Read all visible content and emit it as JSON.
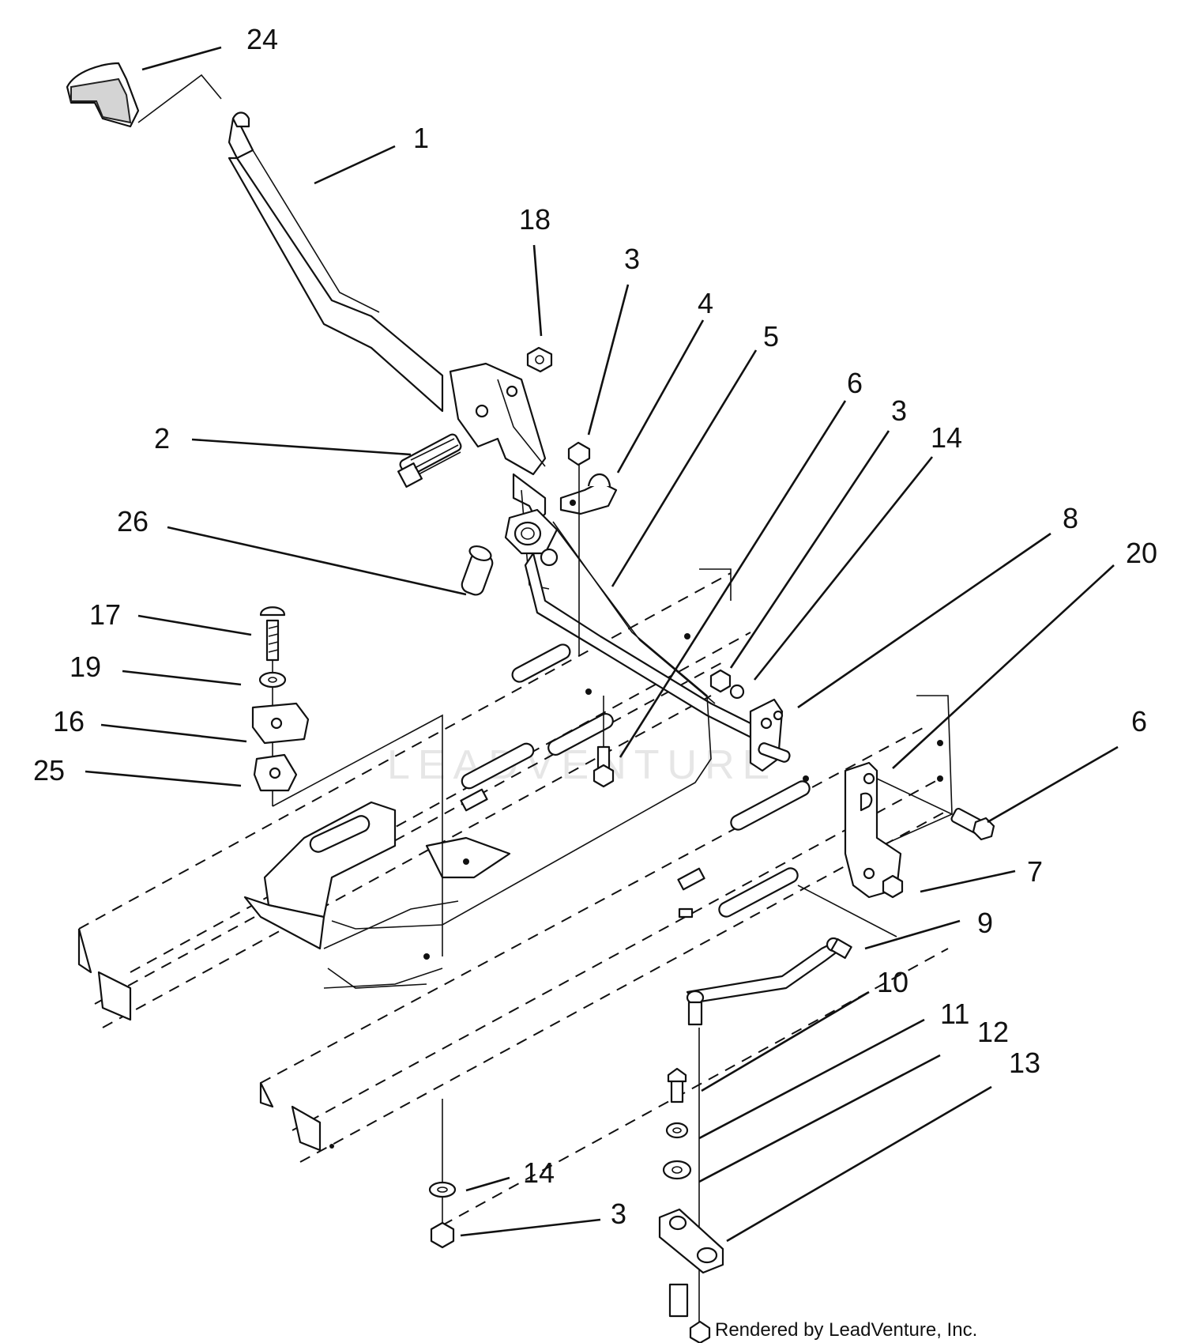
{
  "watermark": "LEADVENTURE",
  "credit": "Rendered by LeadVenture, Inc.",
  "callouts": {
    "c24": "24",
    "c1": "1",
    "c18": "18",
    "c3a": "3",
    "c4": "4",
    "c5": "5",
    "c6a": "6",
    "c3b": "3",
    "c14a": "14",
    "c2": "2",
    "c26": "26",
    "c8": "8",
    "c20": "20",
    "c17": "17",
    "c19": "19",
    "c16": "16",
    "c25": "25",
    "c6b": "6",
    "c7": "7",
    "c9": "9",
    "c10": "10",
    "c11": "11",
    "c12": "12",
    "c13": "13",
    "c14b": "14",
    "c3c": "3"
  }
}
